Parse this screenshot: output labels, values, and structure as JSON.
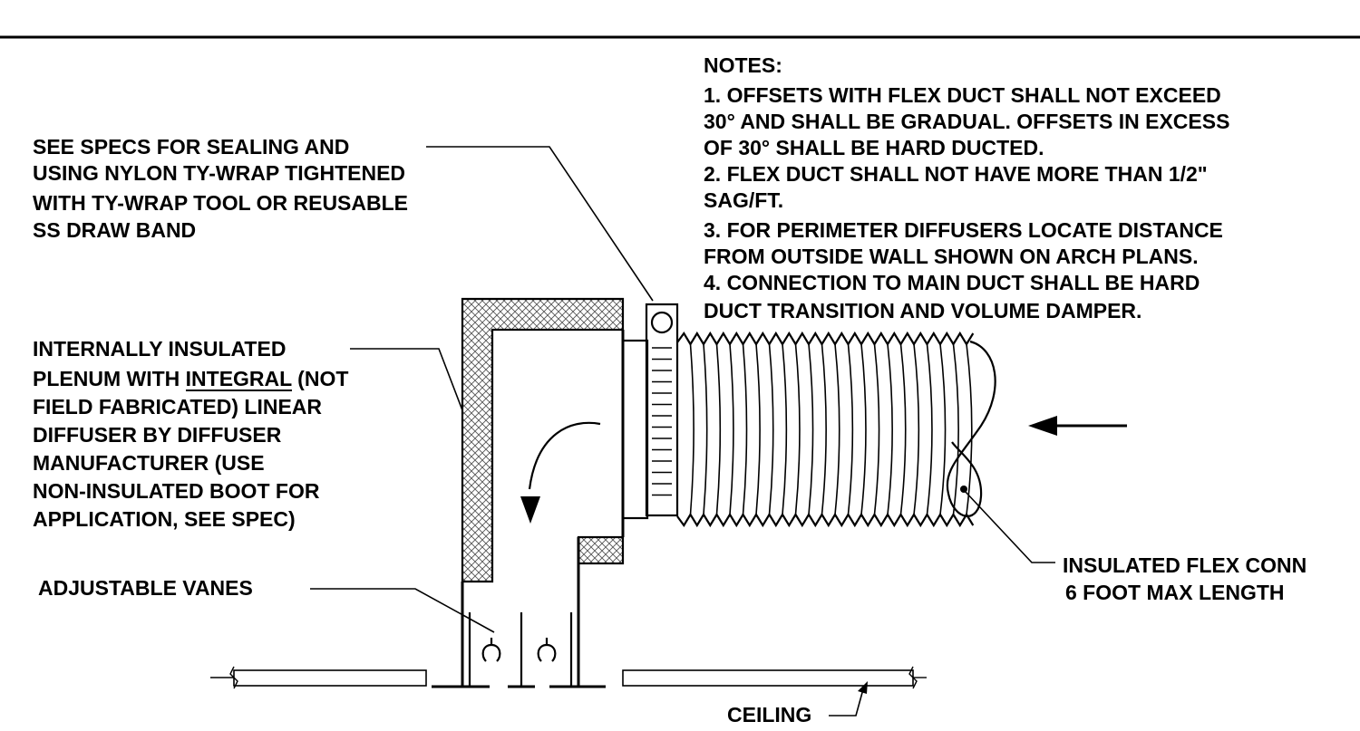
{
  "callouts": {
    "sealing": [
      "SEE SPECS FOR SEALING AND",
      "USING NYLON TY-WRAP TIGHTENED",
      "WITH TY-WRAP TOOL OR REUSABLE",
      "SS DRAW BAND"
    ],
    "plenum": [
      "INTERNALLY INSULATED",
      "PLENUM WITH INTEGRAL (NOT",
      "FIELD FABRICATED) LINEAR",
      "DIFFUSER BY DIFFUSER",
      "MANUFACTURER  (USE",
      "NON-INSULATED BOOT FOR",
      "APPLICATION, SEE SPEC)"
    ],
    "vanes": "ADJUSTABLE VANES",
    "flex": [
      "INSULATED FLEX CONN",
      "6 FOOT MAX LENGTH"
    ],
    "ceiling": "CEILING"
  },
  "notes": {
    "heading": "NOTES:",
    "lines": [
      "1. OFFSETS WITH FLEX DUCT SHALL NOT EXCEED",
      "30° AND SHALL BE GRADUAL. OFFSETS IN EXCESS",
      "OF 30° SHALL BE HARD DUCTED.",
      "2. FLEX DUCT SHALL NOT HAVE MORE THAN 1/2\"",
      "SAG/FT.",
      "3. FOR PERIMETER DIFFUSERS LOCATE DISTANCE",
      "FROM OUTSIDE WALL SHOWN ON ARCH PLANS.",
      "4. CONNECTION TO MAIN DUCT SHALL BE HARD",
      "DUCT TRANSITION AND VOLUME DAMPER."
    ]
  }
}
